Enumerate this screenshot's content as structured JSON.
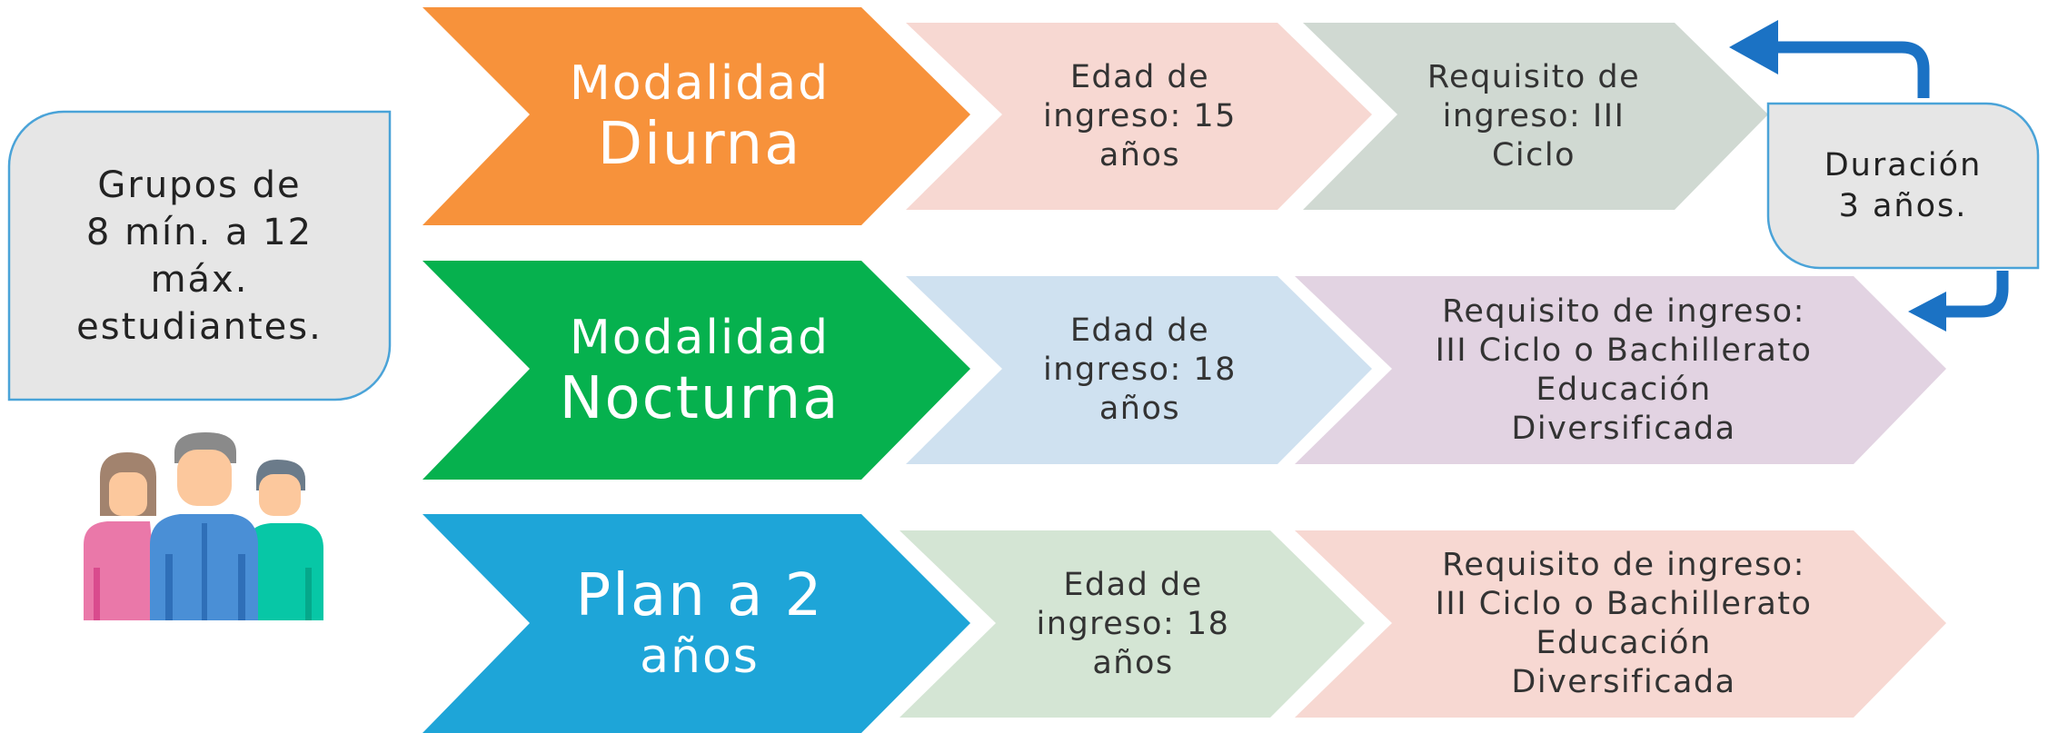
{
  "groups_box": {
    "lines": [
      "Grupos de",
      "8 mín. a 12",
      "máx.",
      "estudiantes."
    ]
  },
  "duration_box": {
    "lines": [
      "Duración",
      "3 años."
    ]
  },
  "rows": [
    {
      "title_top": "Modalidad",
      "title_bottom": "Diurna",
      "age_lines": [
        "Edad de",
        "ingreso: 15",
        "años"
      ],
      "req_lines": [
        "Requisito de",
        "ingreso: III",
        "Ciclo"
      ]
    },
    {
      "title_top": "Modalidad",
      "title_bottom": "Nocturna",
      "age_lines": [
        "Edad de",
        "ingreso: 18",
        "años"
      ],
      "req_lines": [
        "Requisito de ingreso:",
        "III Ciclo o Bachillerato",
        "Educación",
        "Diversificada"
      ]
    },
    {
      "title_top": "Plan a 2",
      "title_bottom": "años",
      "age_lines": [
        "Edad de",
        "ingreso: 18",
        "años"
      ],
      "req_lines": [
        "Requisito de ingreso:",
        "III Ciclo o Bachillerato",
        "Educación",
        "Diversificada"
      ]
    }
  ],
  "colors": {
    "diurna": "#f7923b",
    "nocturna": "#06b14e",
    "plan2": "#1ea5d8",
    "age_diurna": "#f7d8d2",
    "req_diurna": "#d0d9d2",
    "age_nocturna": "#cfe1f0",
    "req_nocturna": "#e2d3e2",
    "age_plan2": "#d4e5d4",
    "req_plan2": "#f7d8d2",
    "box_fill": "#e6e6e6",
    "box_border": "#4aa3d8",
    "arrow": "#1b72c4"
  },
  "icons": [
    "people-group-icon",
    "curved-arrow-left-icon"
  ]
}
